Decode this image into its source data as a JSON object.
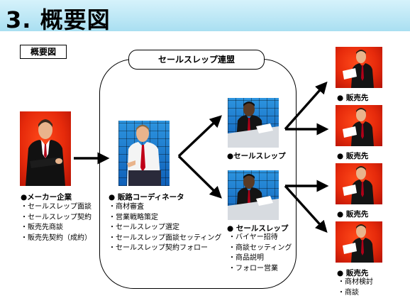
{
  "title": "3. 概要図",
  "tag": "概要図",
  "panel_title": "セールスレップ連盟",
  "maker": {
    "label": "●メーカー企業",
    "items": [
      "・セールスレップ面談",
      "・セールスレップ契約",
      "・販売先商談",
      "・販売先契約（成約）"
    ]
  },
  "coordinator": {
    "label": "● 販路コーディネータ",
    "items": [
      "・商材審査",
      "・営業戦略策定",
      "・セールスレップ選定",
      "・セールスレップ面談セッティング",
      "・セールスレップ契約フォロー"
    ]
  },
  "rep_top": {
    "label": "●セールスレップ"
  },
  "rep_bottom": {
    "label": "● セールスレップ",
    "items": [
      "・バイヤー招待",
      "・商談セッティング",
      "・商品説明",
      "・フォロー営業"
    ]
  },
  "buyers": [
    {
      "label": "● 販売先"
    },
    {
      "label": "● 販売先"
    },
    {
      "label": "● 販売先"
    },
    {
      "label": "● 販売先",
      "items": [
        "・商材検討",
        "・商談"
      ]
    }
  ]
}
